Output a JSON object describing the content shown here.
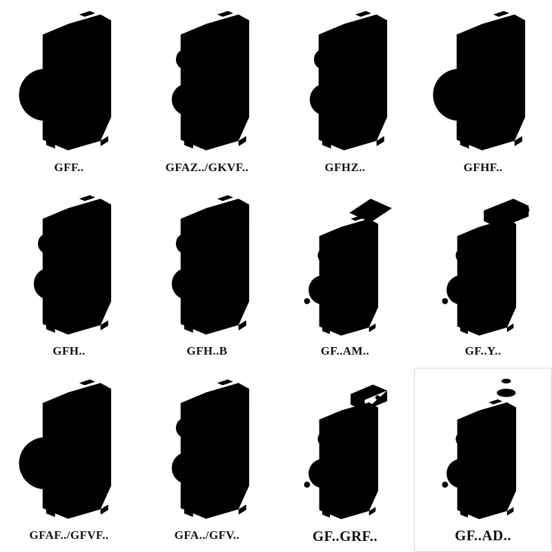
{
  "page": {
    "background": "#ffffff",
    "line_color_solid": "#262626",
    "line_color_phantom": "#b3b3b3"
  },
  "catalog": {
    "description": "gear-reducer-model-catalog"
  },
  "items": [
    {
      "label": "GFF..",
      "drawing": "flange-output-gearbox-icon",
      "style": "solid"
    },
    {
      "label": "GFAZ../GKVF..",
      "drawing": "hollow-bore-gearbox-icon",
      "style": "solid"
    },
    {
      "label": "GFHZ..",
      "drawing": "hollow-bore-gearbox-icon",
      "style": "solid"
    },
    {
      "label": "GFHF..",
      "drawing": "flange-output-gearbox-icon",
      "style": "solid"
    },
    {
      "label": "GFH..",
      "drawing": "hollow-bore-gearbox-icon",
      "style": "solid"
    },
    {
      "label": "GFH..B",
      "drawing": "hollow-bore-gearbox-icon",
      "style": "solid"
    },
    {
      "label": "GF..AM..",
      "drawing": "motor-flange-top-gearbox-icon",
      "style": "dashed"
    },
    {
      "label": "GF..Y..",
      "drawing": "motor-top-gearbox-icon",
      "style": "dashed"
    },
    {
      "label": "GFAF../GFVF..",
      "drawing": "flange-output-gearbox-icon",
      "style": "solid"
    },
    {
      "label": "GFA../GFV..",
      "drawing": "hollow-bore-gearbox-icon",
      "style": "solid"
    },
    {
      "label": "GF..GRF..",
      "drawing": "input-box-top-gearbox-icon",
      "style": "dashed"
    },
    {
      "label": "GF..AD..",
      "drawing": "input-shaft-top-gearbox-icon",
      "style": "dashed"
    }
  ]
}
